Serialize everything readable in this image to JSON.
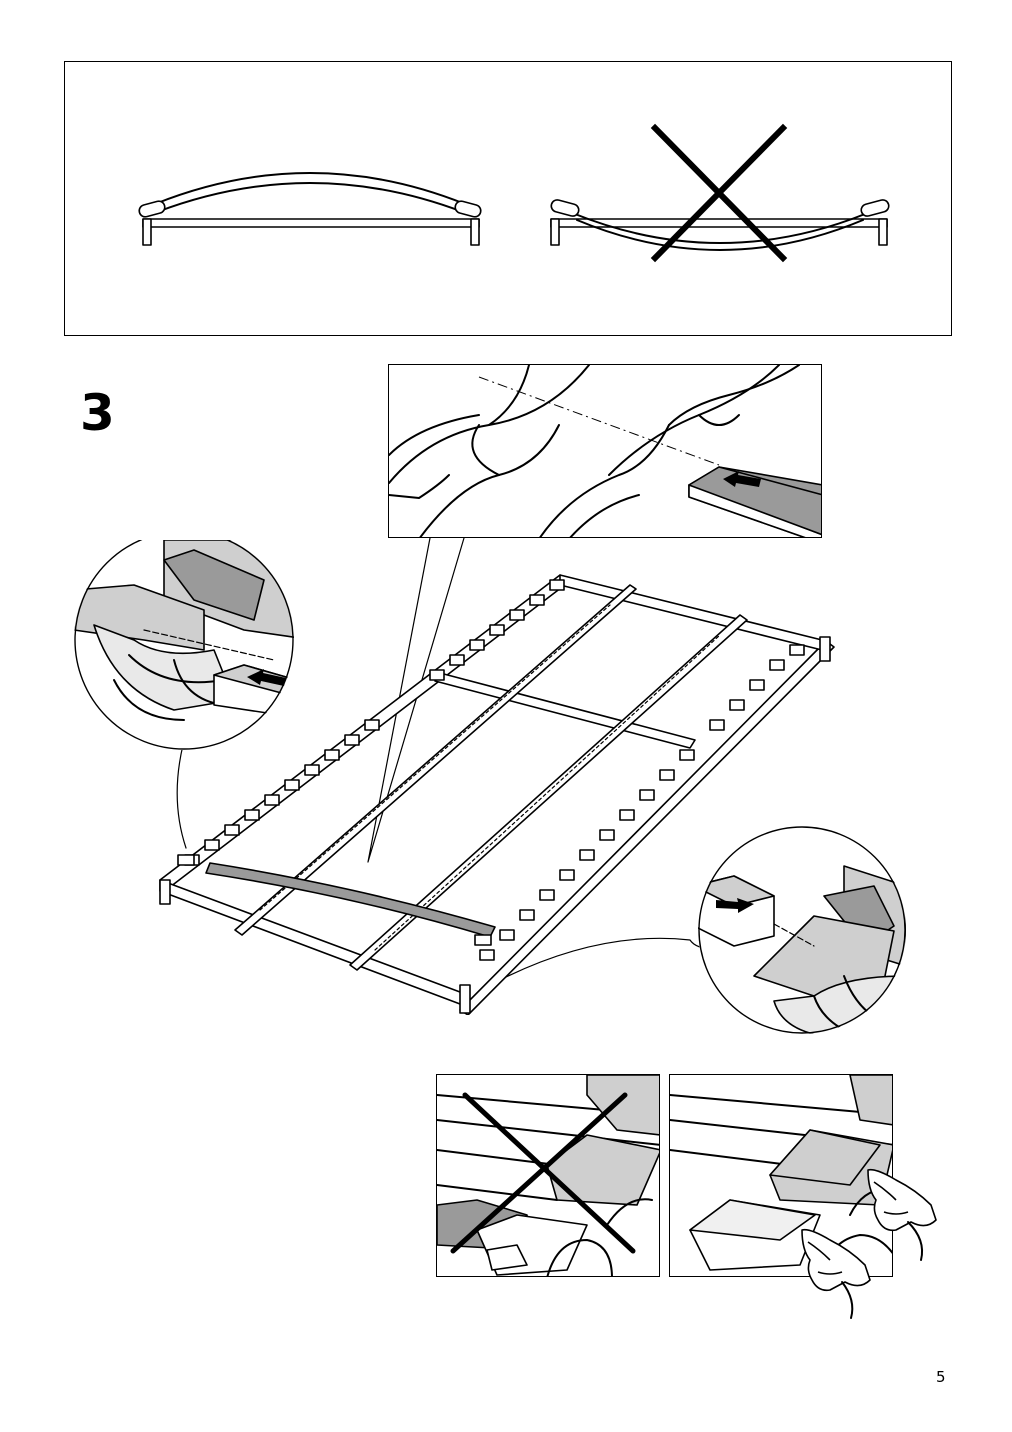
{
  "page": {
    "step_number": "3",
    "page_number": "5"
  },
  "figures": {
    "top_panel": {
      "correct_icon": "curved-slat-correct",
      "incorrect_icon": "sagging-slat-incorrect",
      "cross_icon": "cross-mark-icon"
    },
    "zoom_top": {
      "arrow_icon": "arrow-left-icon"
    },
    "zoom_left": {
      "arrow_icon": "arrow-left-icon"
    },
    "zoom_right": {
      "arrow_icon": "arrow-right-icon"
    },
    "bottom_left": {
      "cross_icon": "cross-mark-icon"
    },
    "bottom_right": {
      "hand_icon": "hand-pressing-icon"
    }
  },
  "colors": {
    "line": "#000000",
    "fill_grey": "#9a9a9a",
    "fill_light_grey": "#cfcfcf",
    "background": "#ffffff"
  }
}
